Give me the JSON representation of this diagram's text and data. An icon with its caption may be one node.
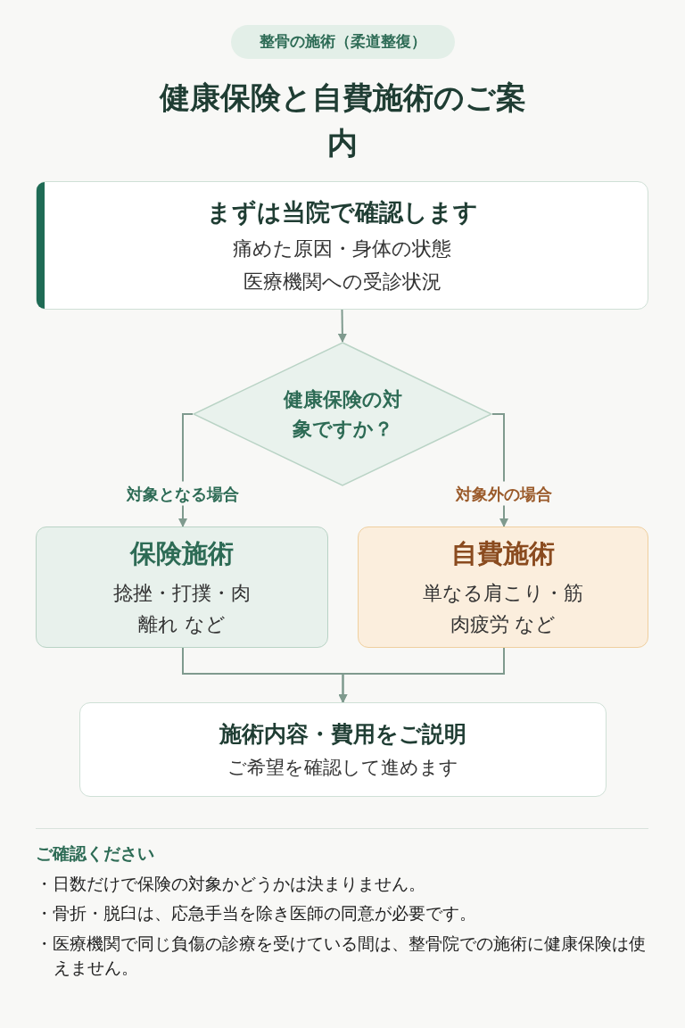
{
  "diagram": {
    "title": "健康保険と自費施術のご案内",
    "nodes": [
      {
        "text": [
          "まずは当院で確認します",
          "痛めた原因・身体の状態",
          "医療機関への受診状況"
        ]
      },
      {
        "text": [
          "健康保険の対象ですか？"
        ]
      },
      {
        "text": [
          "保険施術",
          "捻挫・打撲・肉離れ など"
        ]
      },
      {
        "text": [
          "自費施術",
          "単なる肩こり・筋肉疲労 など"
        ]
      },
      {
        "text": [
          "施術内容・費用をご説明",
          "ご希望を確認して進めます"
        ]
      }
    ],
    "edges": [
      {
        "from": 0,
        "to": 1,
        "arrow": "to"
      },
      {
        "from": 1,
        "to": 2,
        "arrow": "to",
        "label": "対象となる場合"
      },
      {
        "from": 1,
        "to": 3,
        "arrow": "to",
        "label": "対象外の場合"
      },
      {
        "from": 2,
        "to": 4,
        "arrow": "to"
      },
      {
        "from": 3,
        "to": 4,
        "arrow": "to"
      }
    ],
    "labels": [
      "整骨の施術（柔道整復）",
      "ご確認ください",
      "・日数だけで保険の対象かどうかは決まりません。",
      "・骨折・脱臼は、応急手当を除き医師の同意が必要です。",
      "・医療機関で同じ負傷の診療を受けている間は、整骨院での施術に健康保険は使えません。"
    ]
  }
}
